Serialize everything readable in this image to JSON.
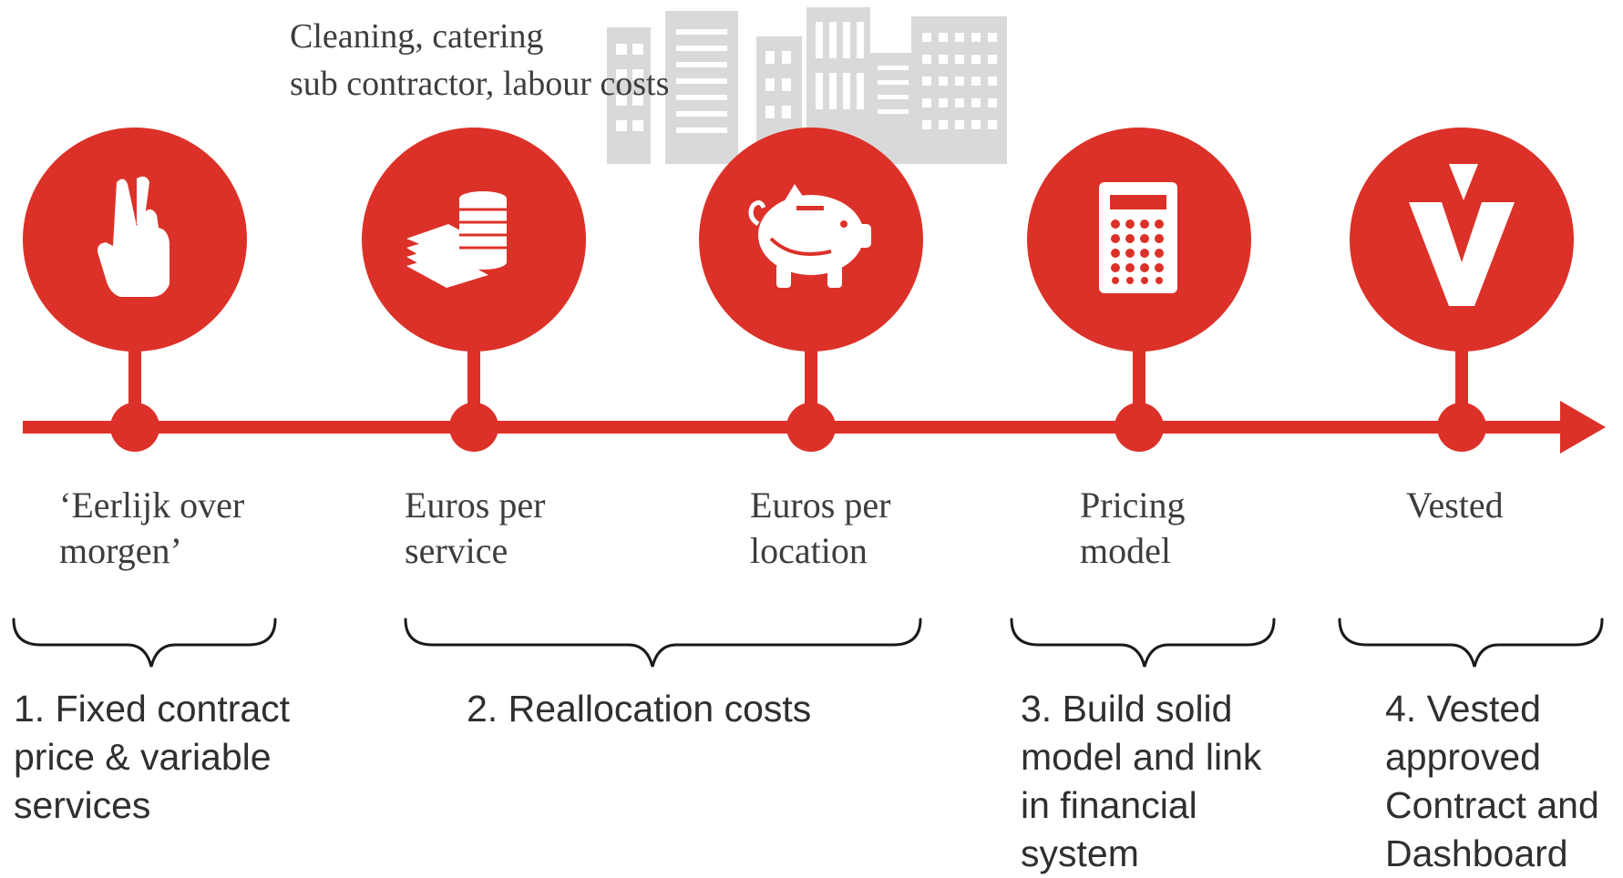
{
  "top_note": {
    "text": "Cleaning, catering\nsub contractor, labour costs"
  },
  "colors": {
    "accent": "#dc3128",
    "buildings": "#d9d9d9",
    "text": "#3d3d3d"
  },
  "milestones": [
    {
      "icon": "crossed-fingers-icon",
      "label": "‘Eerlijk over\nmorgen’"
    },
    {
      "icon": "money-coins-icon",
      "label": "Euros per\nservice"
    },
    {
      "icon": "piggy-bank-icon",
      "label": "Euros per\nlocation"
    },
    {
      "icon": "calculator-icon",
      "label": "Pricing\nmodel"
    },
    {
      "icon": "vested-logo-icon",
      "label": "Vested"
    }
  ],
  "phases": [
    {
      "label": "1. Fixed contract\nprice & variable\nservices"
    },
    {
      "label": "2. Reallocation costs"
    },
    {
      "label": "3. Build solid\nmodel and link\nin financial\nsystem"
    },
    {
      "label": "4. Vested\napproved\nContract and\nDashboard"
    }
  ]
}
